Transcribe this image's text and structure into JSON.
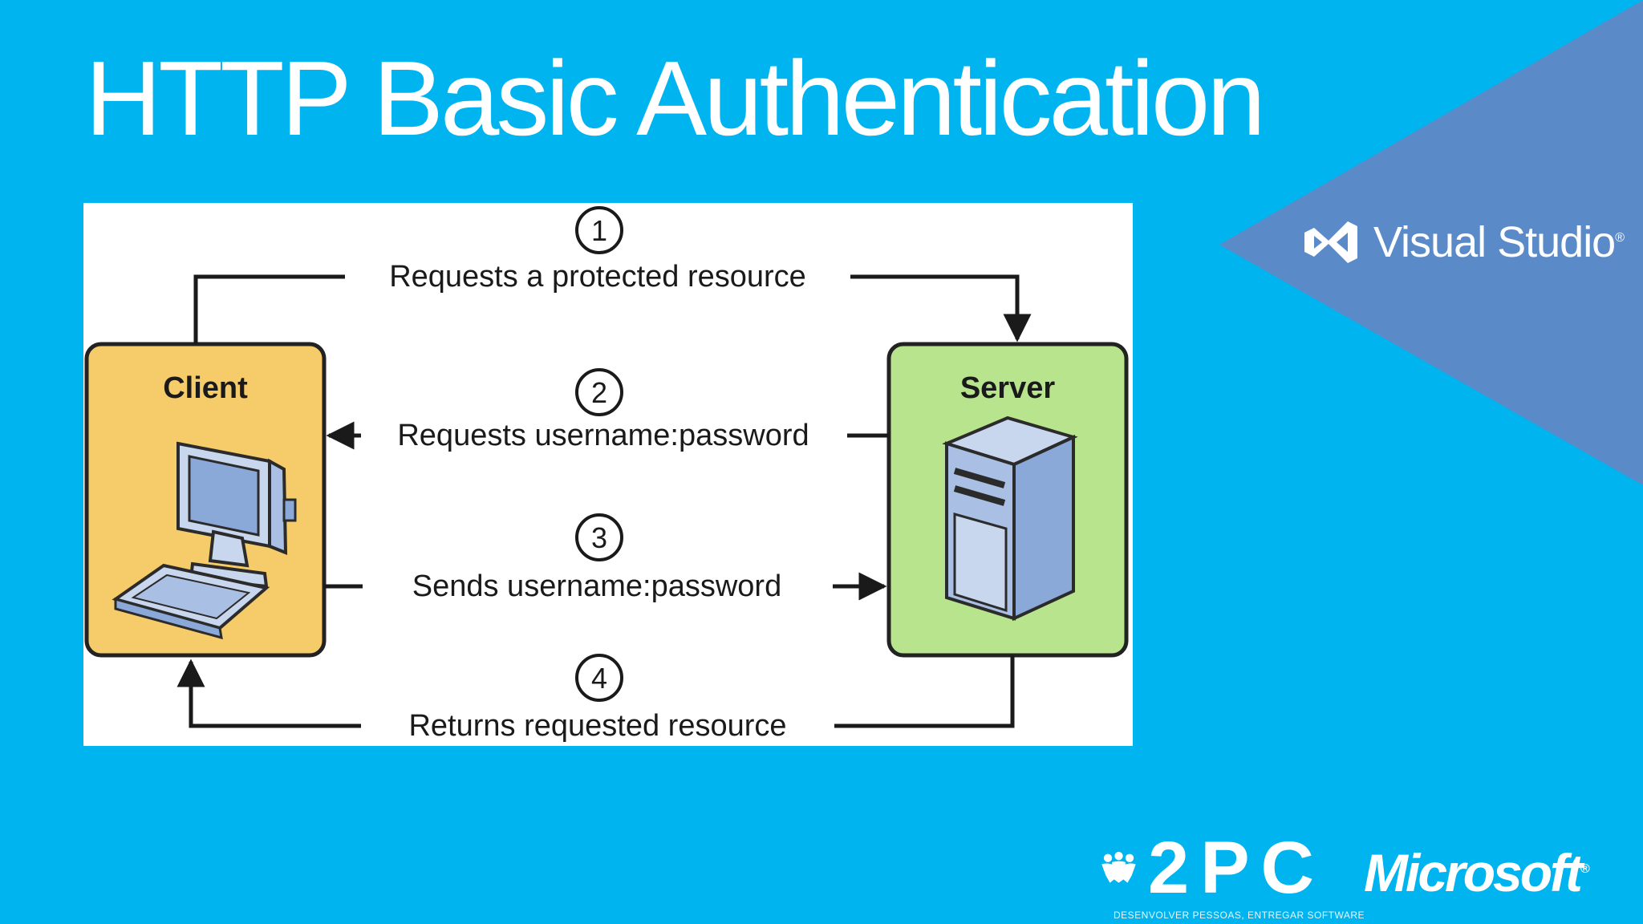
{
  "slide": {
    "title": "HTTP Basic Authentication"
  },
  "colors": {
    "background": "#00B4F0",
    "wedge": "#5B8AC9",
    "client_box": "#F6CB6A",
    "server_box": "#B9E48E",
    "box_border": "#222222",
    "screen": "#8AA8D8",
    "device_outline": "#2b2b2b"
  },
  "diagram": {
    "client_label": "Client",
    "server_label": "Server",
    "steps": [
      {
        "number": "1",
        "label": "Requests a protected resource"
      },
      {
        "number": "2",
        "label": "Requests username:password"
      },
      {
        "number": "3",
        "label": "Sends username:password"
      },
      {
        "number": "4",
        "label": "Returns requested resource"
      }
    ]
  },
  "branding": {
    "visual_studio": {
      "name": "Visual Studio",
      "icon": "visual-studio-icon"
    },
    "company": {
      "name": "2PC",
      "tagline": "DESENVOLVER PESSOAS, ENTREGAR SOFTWARE",
      "icon": "people-icon"
    },
    "partner": {
      "name": "Microsoft"
    }
  }
}
